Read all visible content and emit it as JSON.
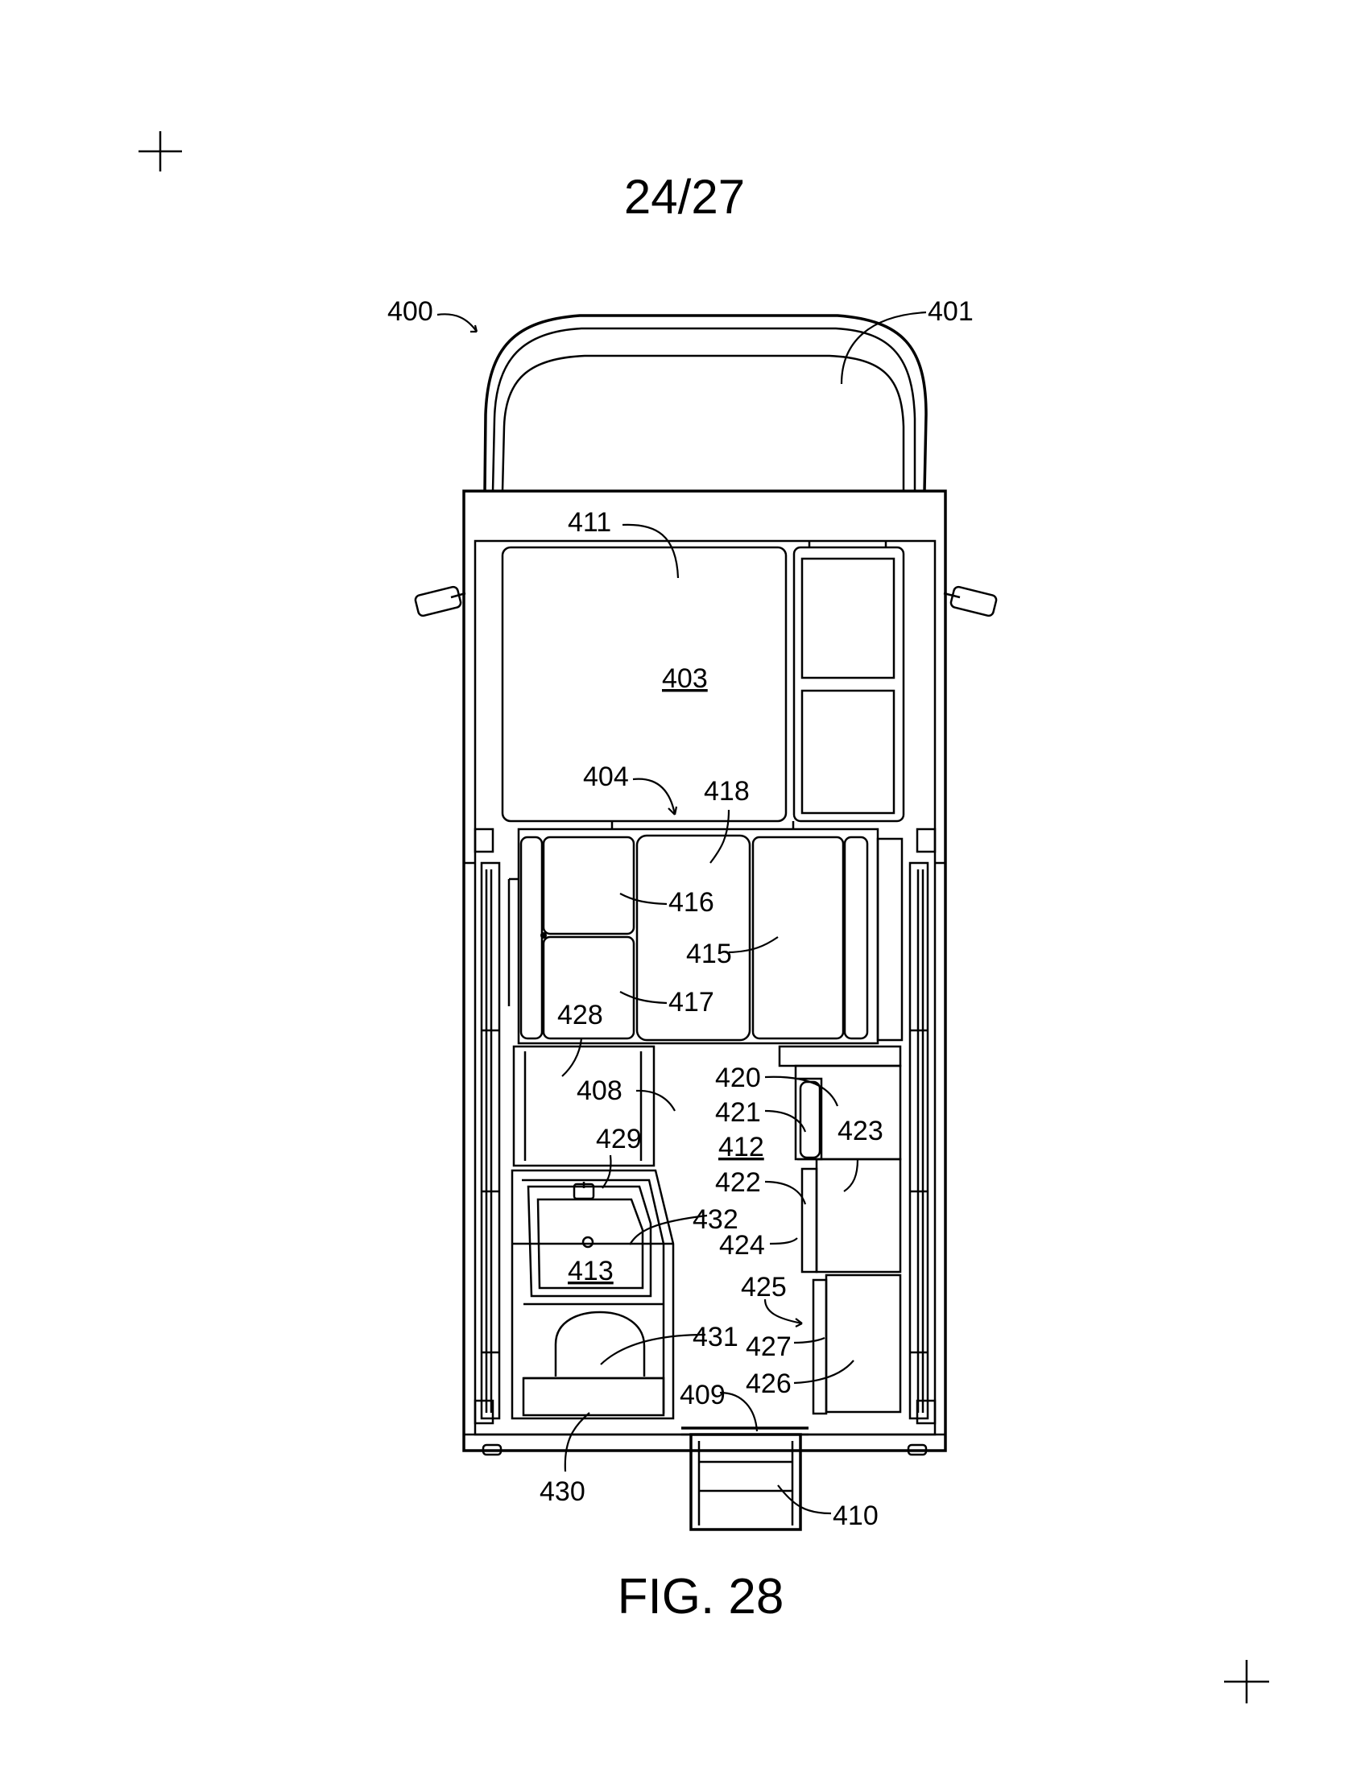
{
  "sheet": {
    "page_number": "24/27",
    "figure_caption": "FIG. 28"
  },
  "labels": {
    "l400": "400",
    "l401": "401",
    "l403": "403",
    "l404": "404",
    "l408": "408",
    "l409": "409",
    "l410": "410",
    "l411": "411",
    "l412": "412",
    "l413": "413",
    "l415": "415",
    "l416": "416",
    "l417": "417",
    "l418": "418",
    "l420": "420",
    "l421": "421",
    "l422": "422",
    "l423": "423",
    "l424": "424",
    "l425": "425",
    "l426": "426",
    "l427": "427",
    "l428": "428",
    "l429": "429",
    "l430": "430",
    "l431": "431",
    "l432": "432"
  }
}
